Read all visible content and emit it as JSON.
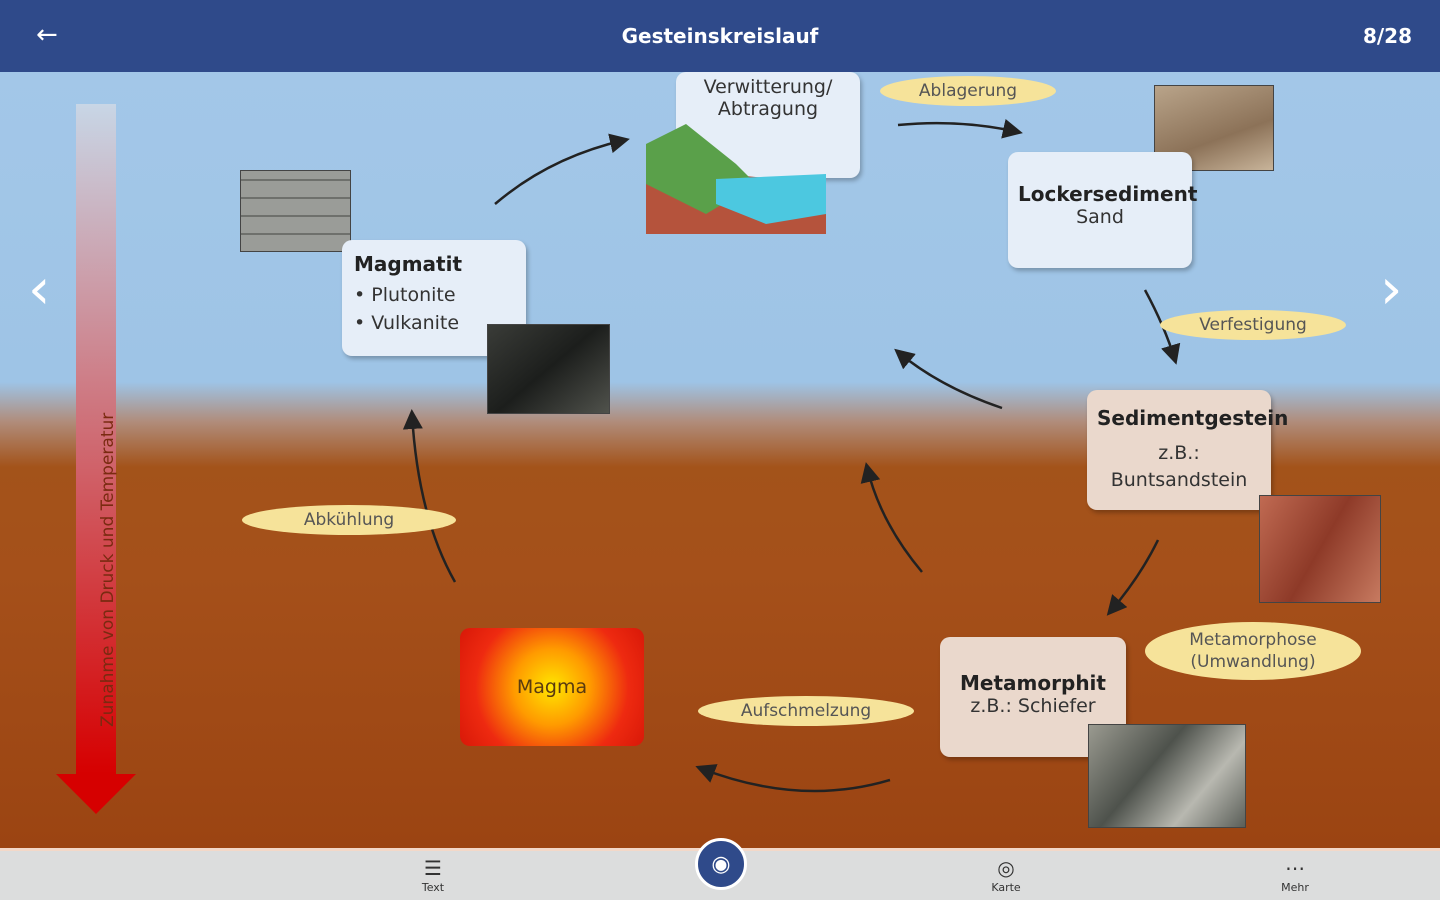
{
  "header": {
    "title": "Gesteinskreislauf",
    "page": "8/28"
  },
  "diagram": {
    "vertical_label": "Zunahme von Druck und Temperatur",
    "weathering": [
      "Verwitterung/",
      "Abtragung"
    ],
    "loose": {
      "title": "Lockersediment",
      "sub": "Sand"
    },
    "sedimentary": {
      "title": "Sedimentgestein",
      "sub1": "z.B.:",
      "sub2": "Buntsandstein"
    },
    "metamorphic": {
      "title": "Metamorphit",
      "sub": "z.B.: Schiefer"
    },
    "magmatic": {
      "title": "Magmatit",
      "items": [
        "Plutonite",
        "Vulkanite"
      ]
    },
    "magma": "Magma",
    "processes": {
      "deposit": "Ablagerung",
      "solidify": "Verfestigung",
      "metamorphosis": "Metamorphose (Umwandlung)",
      "melting": "Aufschmelzung",
      "cooling": "Abkühlung"
    }
  },
  "bottom_nav": {
    "text": "Text",
    "map": "Karte",
    "more": "Mehr"
  },
  "colors": {
    "header": "#2f4a8a",
    "ellipse": "#f6e39a"
  }
}
